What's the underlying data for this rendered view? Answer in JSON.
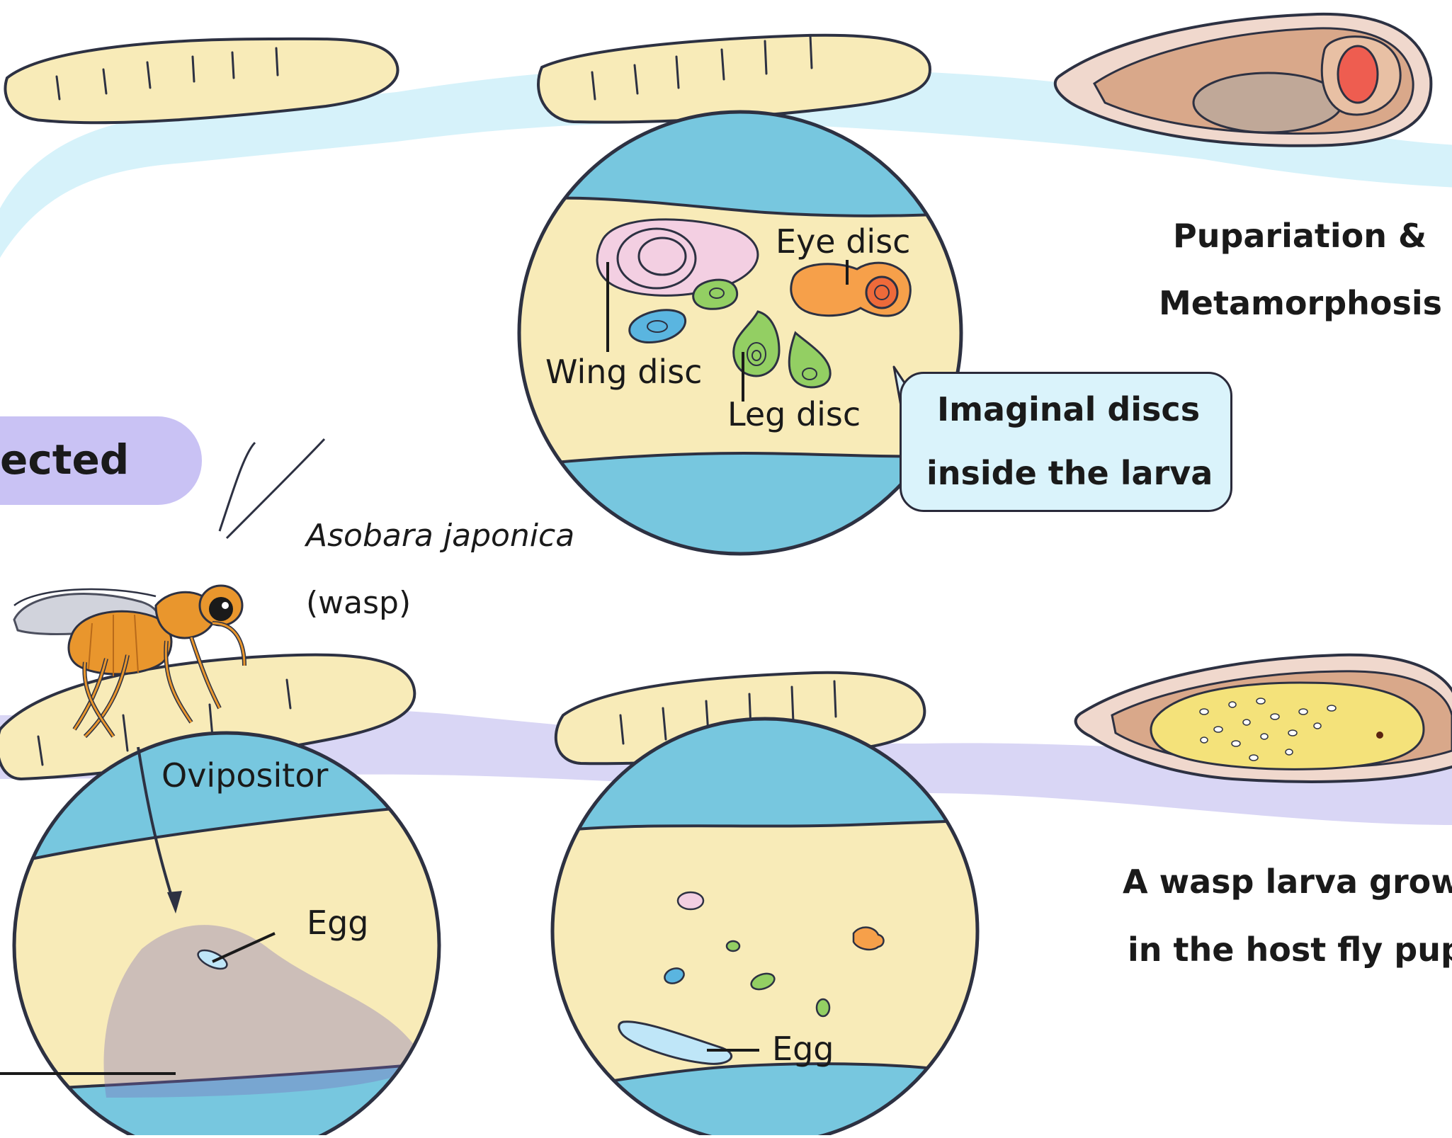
{
  "labels": {
    "eye_disc": "Eye disc",
    "wing_disc": "Wing disc",
    "leg_disc": "Leg disc",
    "imaginal_line1": "Imaginal discs",
    "imaginal_line2": "inside the larva",
    "pupariation_line1": "Pupariation &",
    "pupariation_line2": "Metamorphosis",
    "infected_fragment": "ected",
    "wasp_species": "Asobara japonica",
    "wasp_common": "(wasp)",
    "ovipositor": "Ovipositor",
    "egg_1": "Egg",
    "egg_2": "Egg",
    "wasp_larva_line1": "A wasp larva grow",
    "wasp_larva_line2": "in the host fly pup"
  },
  "colors": {
    "larva_body": "#f8ebb8",
    "outline": "#2d3142",
    "uninfected_track": "#d6f2fa",
    "infected_track": "#d9d6f5",
    "lens_blue": "#77c7df",
    "wing_disc": "#f3cfe2",
    "eye_disc": "#f6a04a",
    "eye_center": "#ee6a3a",
    "leg_disc": "#93cf63",
    "blue_disc": "#5ab5e0",
    "egg": "#bfe6f8",
    "pupa_case": "#d9a88a",
    "wasp_larva": "#f4e27a",
    "ovipositor_stain": "#7b6bb8",
    "infected_pill": "#c9c2f4",
    "wasp_body": "#e9962d"
  }
}
